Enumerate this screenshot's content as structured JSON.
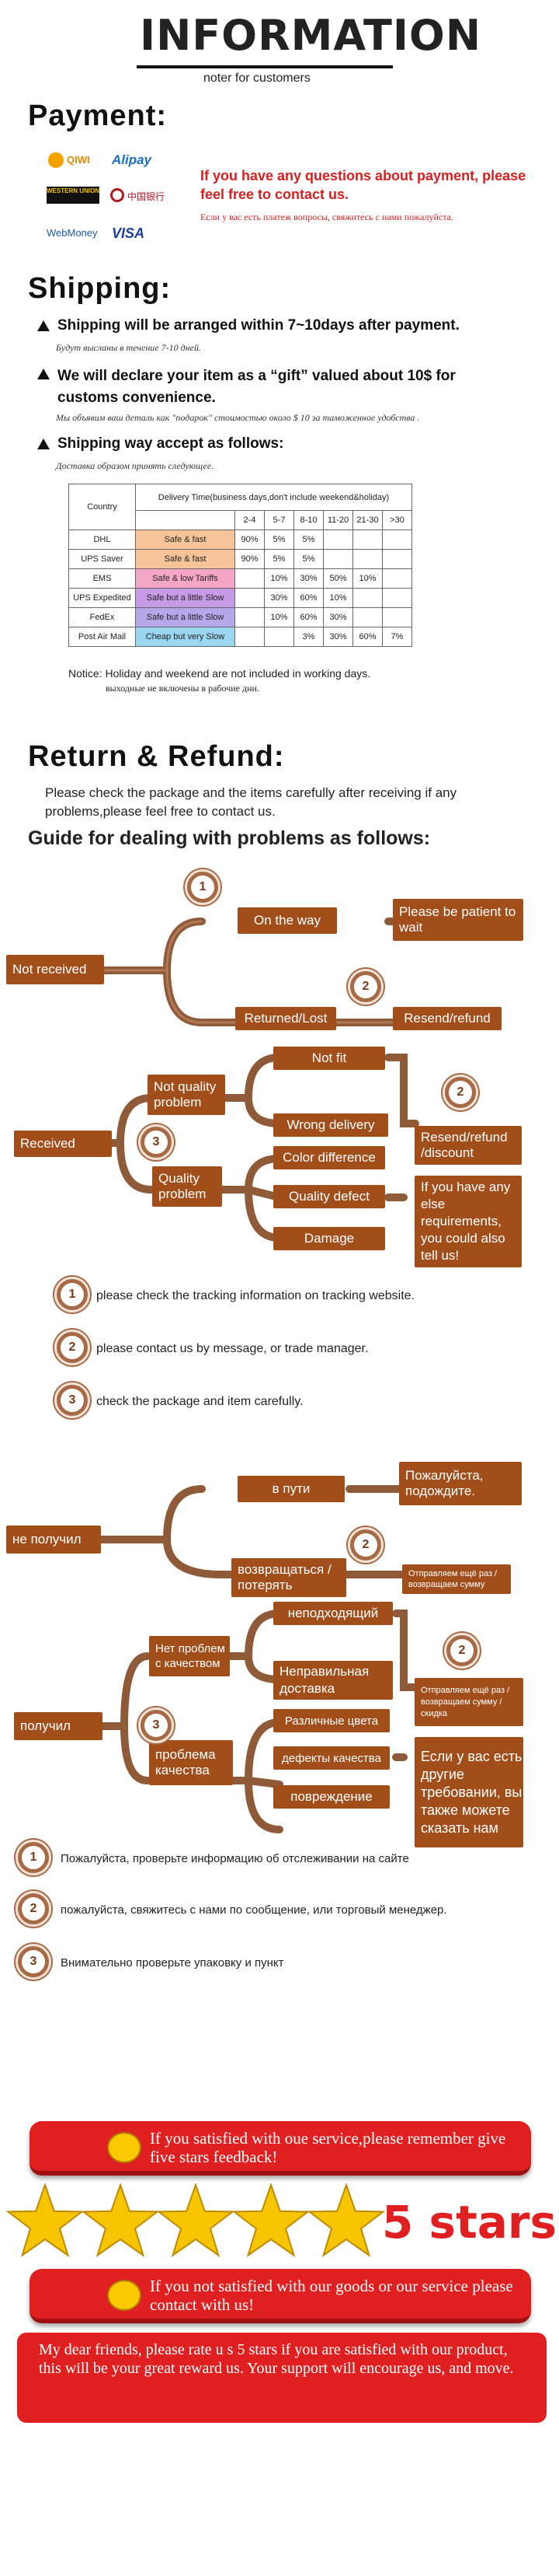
{
  "header": {
    "title": "INFORMATION",
    "subtitle": "noter for customers"
  },
  "payment": {
    "title": "Payment:",
    "logos": {
      "qiwi": "QIWI",
      "alipay": "Alipay",
      "western_union": "WESTERN UNION",
      "boc": "中国银行",
      "webmoney": "WebMoney",
      "visa": "VISA"
    },
    "note_en": "If you have any questions about payment, please feel free to contact us.",
    "note_ru": "Если у вас есть платеж вопросы, свяжитесь с нами пожалуйста."
  },
  "shipping": {
    "title": "Shipping:",
    "b1_en": "Shipping will be arranged within 7~10days after payment.",
    "b1_ru": "Будут высланы в течение 7-10 дней.",
    "b2_en": "We will declare your item as a “gift” valued about 10$ for customs convenience.",
    "b2_ru": "Мы объявим ваш деталь как \"подарок\" стоимостью около $ 10 за таможенное удобства .",
    "b3_en": "Shipping way accept as follows:",
    "b3_ru": "Доставка образом принять следующее.",
    "table": {
      "country_header": "Country",
      "delivery_header": "Delivery Time(business days,don't include weekend&holiday)",
      "day_headers": [
        "2-4",
        "5-7",
        "8-10",
        "11-20",
        "21-30",
        ">30"
      ],
      "rows": [
        {
          "name": "DHL",
          "desc": "Safe & fast",
          "color": "#f7c49a",
          "cells": [
            "90%",
            "5%",
            "5%",
            "",
            "",
            ""
          ]
        },
        {
          "name": "UPS Saver",
          "desc": "Safe & fast",
          "color": "#f7c49a",
          "cells": [
            "90%",
            "5%",
            "5%",
            "",
            "",
            ""
          ]
        },
        {
          "name": "EMS",
          "desc": "Safe & low Tariffs",
          "color": "#f5a6c8",
          "cells": [
            "",
            "10%",
            "30%",
            "50%",
            "10%",
            ""
          ]
        },
        {
          "name": "UPS Expedited",
          "desc": "Safe but a little Slow",
          "color": "#c79ae6",
          "cells": [
            "",
            "30%",
            "60%",
            "10%",
            "",
            ""
          ]
        },
        {
          "name": "FedEx",
          "desc": "Safe but a little Slow",
          "color": "#b7a7ea",
          "cells": [
            "",
            "10%",
            "60%",
            "30%",
            "",
            ""
          ]
        },
        {
          "name": "Post Air Mail",
          "desc": "Cheap but very Slow",
          "color": "#9ad6f0",
          "cells": [
            "",
            "",
            "3%",
            "30%",
            "60%",
            "7%"
          ]
        }
      ]
    },
    "notice_en": "Notice: Holiday and weekend are not included in working days.",
    "notice_ru": "выходные не включены в рабочие дни."
  },
  "refund": {
    "title": "Return & Refund:",
    "intro": "Please check the package and the items carefully after receiving if any problems,please feel free to contact us.",
    "guide": "Guide for dealing with problems as follows:",
    "en": {
      "not_received": "Not received",
      "on_the_way": "On the way",
      "patient": "Please be patient to wait",
      "returned": "Returned/Lost",
      "resend": "Resend/refund",
      "received": "Received",
      "not_quality": "Not quality problem",
      "quality": "Quality problem",
      "not_fit": "Not fit",
      "wrong": "Wrong delivery",
      "color": "Color difference",
      "defect": "Quality defect",
      "damage": "Damage",
      "resend_discount": "Resend/refund /discount",
      "other": "If you have any else requirements, you could also tell us!",
      "tip1": "please check the tracking information on tracking website.",
      "tip2": "please contact us by message, or trade manager.",
      "tip3": "check the package and item carefully."
    },
    "ru": {
      "not_received": "не получил",
      "on_the_way": "в пути",
      "patient": "Пожалуйста, подождите.",
      "returned": "возвращаться /потерять",
      "resend": "Отправляем ещё раз /возвращаем сумму",
      "received": "получил",
      "not_quality": "Нет проблем с качеством",
      "quality": "проблема качества",
      "not_fit": "неподходящий",
      "wrong": "Неправильная доставка",
      "color": "Различные цвета",
      "defect": "дефекты качества",
      "damage": "повреждение",
      "resend_discount": "Отправляем ещё раз /возвращаем сумму /скидка",
      "other": "Если у вас есть другие требовании, вы также можете сказать нам",
      "tip1": "Пожалуйста, проверьте информацию об отслеживании на сайте",
      "tip2": "пожалуйста, свяжитесь с нами по сообщение, или торговый менеджер.",
      "tip3": "Внимательно проверьте упаковку и пункт"
    },
    "nums": [
      "1",
      "2",
      "3"
    ]
  },
  "feedback": {
    "satisfied": "If you satisfied with oue service,please remember give five stars feedback!",
    "stars_label": "5 stars",
    "stars_count": 5,
    "not_satisfied": "If you not satisfied with our goods or our service please contact with us!",
    "closing": "My dear friends, please rate u s 5 stars if you are satisfied with our product, this will be your great reward us. Your support will encourage us, and move.",
    "color_red": "#e02020",
    "color_brown": "#a14e1a",
    "color_star": "#f7c400"
  }
}
